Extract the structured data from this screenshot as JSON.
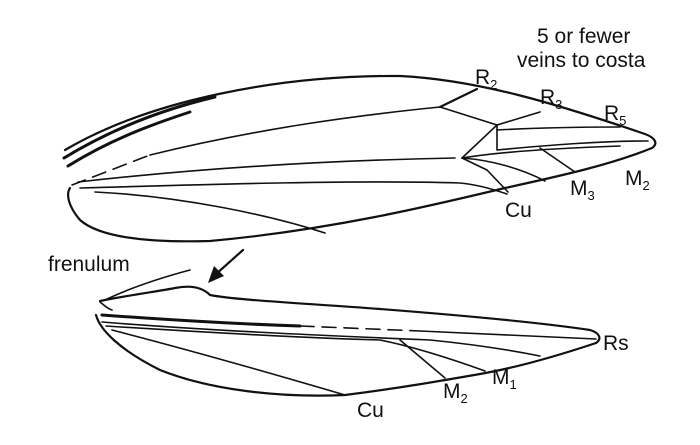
{
  "annotation": {
    "line1": "5 or fewer",
    "line2": "veins to costa"
  },
  "forewing": {
    "labels": {
      "r2": {
        "main": "R",
        "sub": "2"
      },
      "r3": {
        "main": "R",
        "sub": "3"
      },
      "r5": {
        "main": "R",
        "sub": "5"
      },
      "m3": {
        "main": "M",
        "sub": "3"
      },
      "m2": {
        "main": "M",
        "sub": "2"
      },
      "cu": {
        "main": "Cu",
        "sub": ""
      }
    }
  },
  "hindwing": {
    "labels": {
      "frenulum": "frenulum",
      "rs": "Rs",
      "cu": "Cu",
      "m2": {
        "main": "M",
        "sub": "2"
      },
      "m1": {
        "main": "M",
        "sub": "1"
      }
    }
  }
}
